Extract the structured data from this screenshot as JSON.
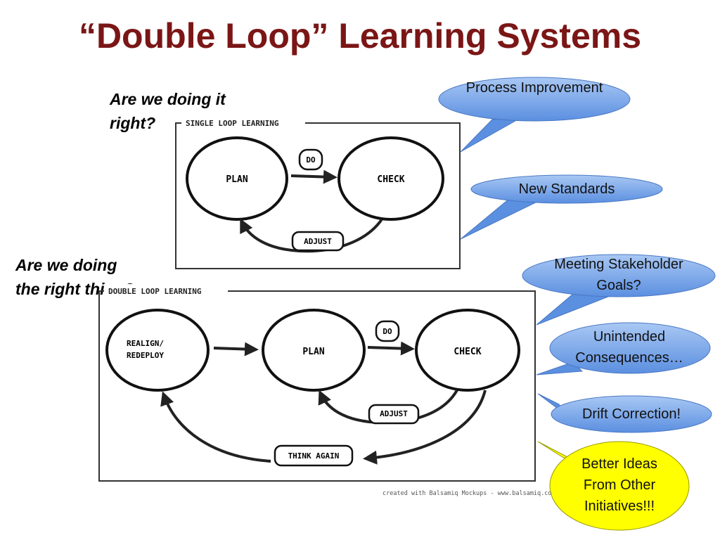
{
  "title": "“Double Loop” Learning Systems",
  "questions": {
    "single": "Are we doing it right?",
    "double": "Are we doing the right thing?"
  },
  "single_loop": {
    "label": "SINGLE LOOP LEARNING",
    "plan": "PLAN",
    "check": "CHECK",
    "do": "DO",
    "adjust": "ADJUST"
  },
  "double_loop": {
    "label": "DOUBLE LOOP LEARNING",
    "realign_line1": "REALIGN/",
    "realign_line2": "REDEPLOY",
    "plan": "PLAN",
    "check": "CHECK",
    "do": "DO",
    "adjust": "ADJUST",
    "think_again": "THINK AGAIN"
  },
  "callouts": {
    "process": "Process Improvement",
    "standards": "New Standards",
    "stakeholder": "Meeting Stakeholder Goals?",
    "unintended": "Unintended Consequences…",
    "drift": "Drift Correction!",
    "better": "Better Ideas From Other Initiatives!!!"
  },
  "credit": "created with Balsamiq Mockups - www.balsamiq.com",
  "colors": {
    "title": "#7b1616",
    "callout_blue": "#6b9ee8",
    "callout_yellow": "#ffff00"
  }
}
